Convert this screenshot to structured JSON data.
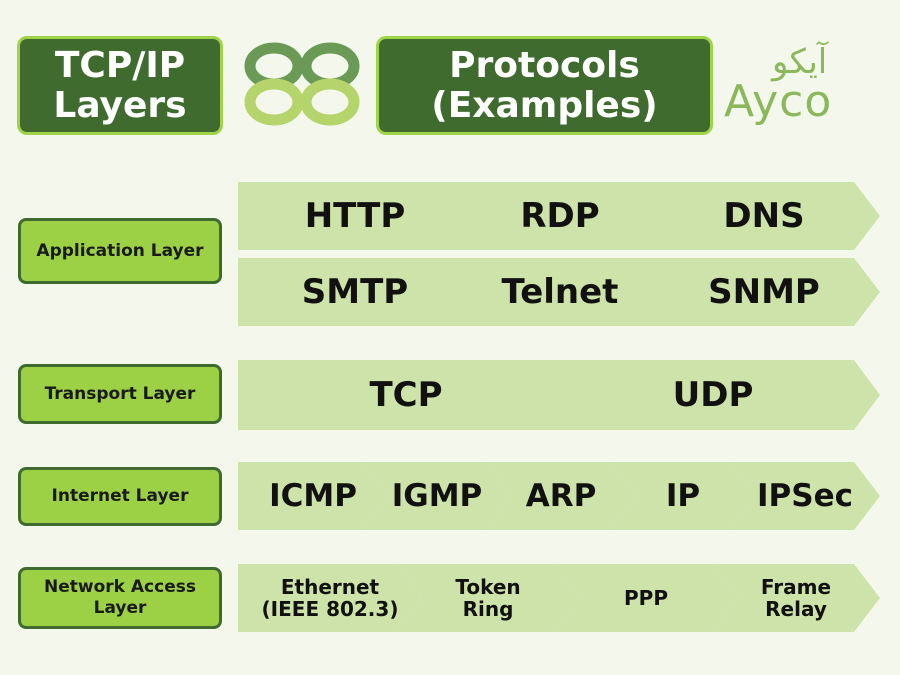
{
  "header": {
    "left_title": "TCP/IP\nLayers",
    "right_title": "Protocols\n(Examples)"
  },
  "brand": {
    "latin": "Ayco",
    "arabic": "آیکو",
    "logo_icon": "interlocking-rings-icon"
  },
  "colors": {
    "dark_green": "#3f6b2f",
    "lime": "#9cd146",
    "pale_green": "#cde3a9",
    "background": "#f4f8ec"
  },
  "layers": [
    {
      "label": "Application Layer",
      "rows": [
        [
          "HTTP",
          "RDP",
          "DNS"
        ],
        [
          "SMTP",
          "Telnet",
          "SNMP"
        ]
      ]
    },
    {
      "label": "Transport Layer",
      "rows": [
        [
          "TCP",
          "UDP"
        ]
      ]
    },
    {
      "label": "Internet Layer",
      "rows": [
        [
          "ICMP",
          "IGMP",
          "ARP",
          "IP",
          "IPSec"
        ]
      ]
    },
    {
      "label": "Network Access\nLayer",
      "rows": [
        [
          "Ethernet\n(IEEE 802.3)",
          "Token\nRing",
          "PPP",
          "Frame\nRelay"
        ]
      ]
    }
  ]
}
